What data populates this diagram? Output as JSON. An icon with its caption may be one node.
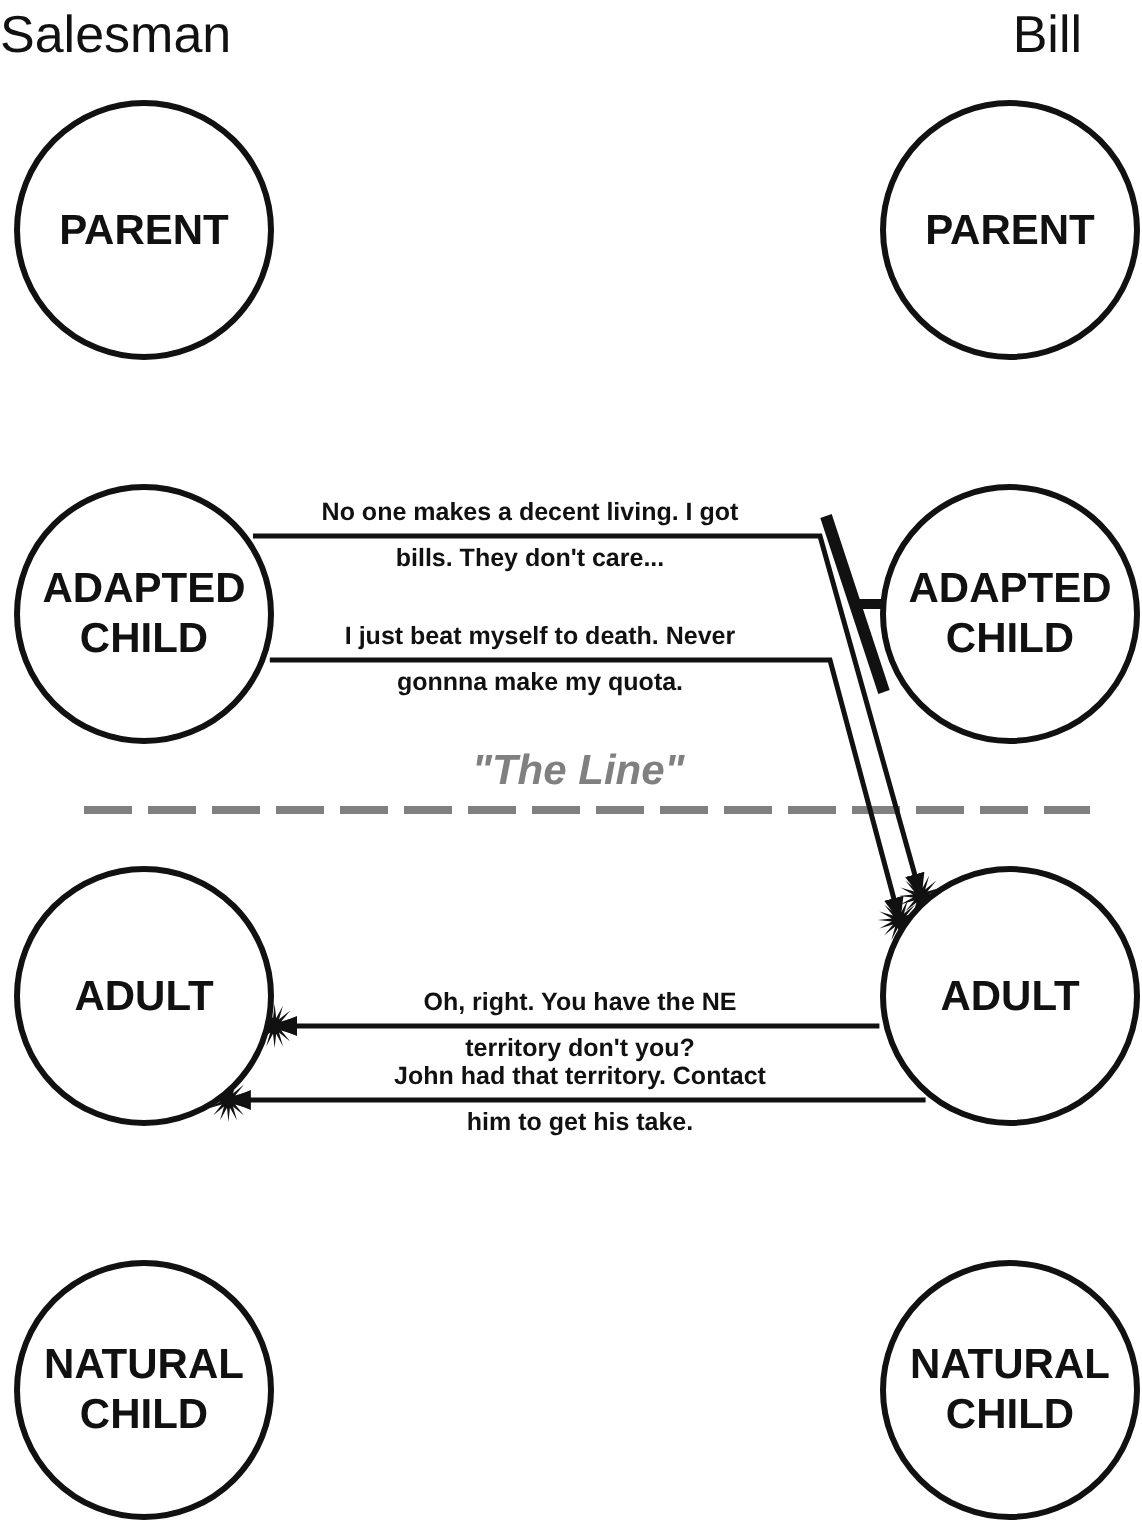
{
  "diagram": {
    "nodes": [
      {
        "text": [
          "PARENT"
        ]
      },
      {
        "text": [
          "PARENT"
        ]
      },
      {
        "text": [
          "ADAPTED CHILD"
        ]
      },
      {
        "text": [
          "ADAPTED CHILD"
        ]
      },
      {
        "text": [
          "ADULT"
        ]
      },
      {
        "text": [
          "ADULT"
        ]
      },
      {
        "text": [
          "NATURAL CHILD"
        ]
      },
      {
        "text": [
          "NATURAL CHILD"
        ]
      }
    ],
    "edges": [
      {
        "from": 2,
        "to": 5,
        "arrow": "to",
        "label": "No one makes a decent living. I got bills. They don't care..."
      },
      {
        "from": 2,
        "to": 5,
        "arrow": "to",
        "label": "I just beat myself to death. Never gonnna make my quota."
      },
      {
        "from": 5,
        "to": 4,
        "arrow": "to",
        "label": "Oh, right. You have the NE territory don't you?"
      },
      {
        "from": 5,
        "to": 4,
        "arrow": "to",
        "label": "John had that territory. Contact him to get his take."
      }
    ],
    "labels": [
      "Salesman",
      "Bill",
      "\"The Line\""
    ]
  }
}
